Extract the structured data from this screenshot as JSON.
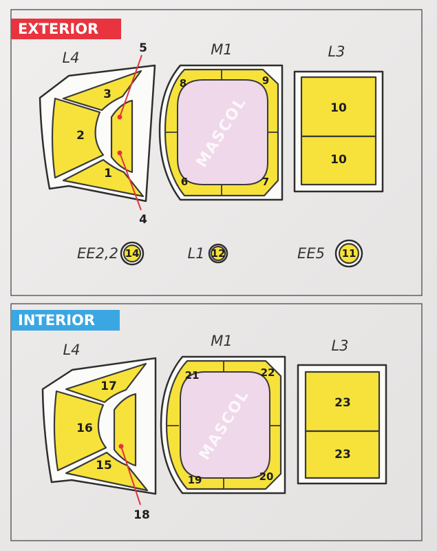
{
  "sections": [
    {
      "title": "EXTERIOR",
      "tag_color": "#e8343f",
      "parts": {
        "left": "L4",
        "middle": "M1",
        "right": "L3"
      },
      "left_masks": [
        "3",
        "2",
        "1"
      ],
      "callouts": [
        "5",
        "4"
      ],
      "middle_masks": [
        "8",
        "9",
        "6",
        "7"
      ],
      "watermark": "MASCOL",
      "right_masks": [
        "10",
        "10"
      ],
      "round_masks": [
        {
          "part": "EE2,2",
          "number": "14"
        },
        {
          "part": "L1",
          "number": "12"
        },
        {
          "part": "EE5",
          "number": "11"
        }
      ]
    },
    {
      "title": "INTERIOR",
      "tag_color": "#3aa7e3",
      "parts": {
        "left": "L4",
        "middle": "M1",
        "right": "L3"
      },
      "left_masks": [
        "17",
        "16",
        "15"
      ],
      "callouts": [
        "18"
      ],
      "middle_masks": [
        "21",
        "22",
        "19",
        "20"
      ],
      "watermark": "MASCOL",
      "right_masks": [
        "23",
        "23"
      ]
    }
  ],
  "colors": {
    "mask_yellow": "#f7e23b",
    "window_pink": "#efd8e9",
    "leader_red": "#e2333c"
  }
}
